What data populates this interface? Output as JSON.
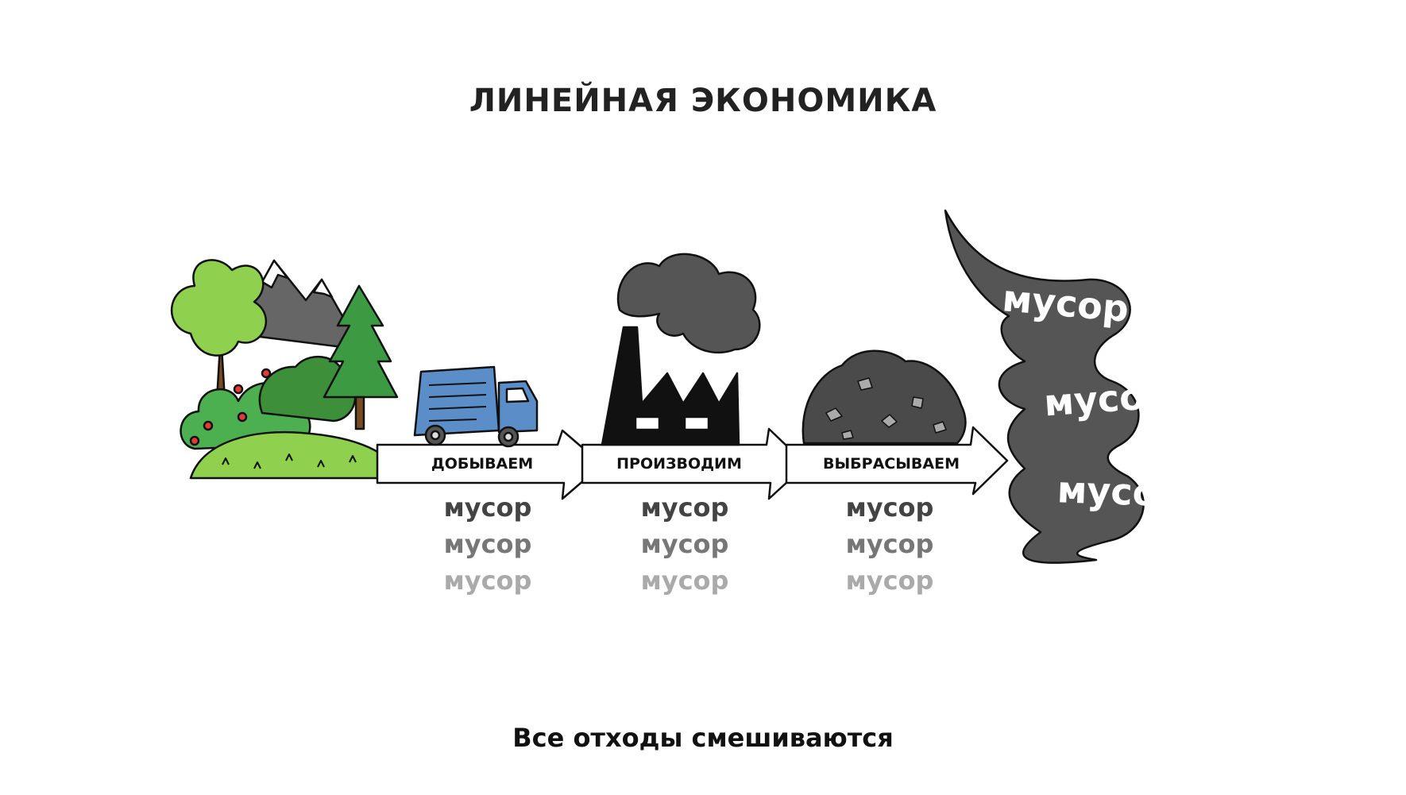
{
  "title": "ЛИНЕЙНАЯ ЭКОНОМИКА",
  "caption": "Все отходы смешиваются",
  "steps": [
    {
      "label": "ДОБЫВАЕМ",
      "waste": [
        "мусор",
        "мусор",
        "мусор"
      ]
    },
    {
      "label": "ПРОИЗВОДИМ",
      "waste": [
        "мусор",
        "мусор",
        "мусор"
      ]
    },
    {
      "label": "ВЫБРАСЫВАЕМ",
      "waste": [
        "мусор",
        "мусор",
        "мусор"
      ]
    }
  ],
  "cloud_waste": [
    "мусор",
    "мусор",
    "мусор"
  ],
  "colors": {
    "waste_dark": "#444444",
    "waste_mid": "#777777",
    "waste_light": "#aaaaaa",
    "cloud": "#555555",
    "tree_light": "#8fd14f",
    "tree_dark": "#3c9a43",
    "truck": "#5b8dc9",
    "factory": "#111111"
  },
  "icons": [
    "nature-icon",
    "truck-icon",
    "factory-icon",
    "garbage-pile-icon",
    "smoke-cloud-icon"
  ]
}
